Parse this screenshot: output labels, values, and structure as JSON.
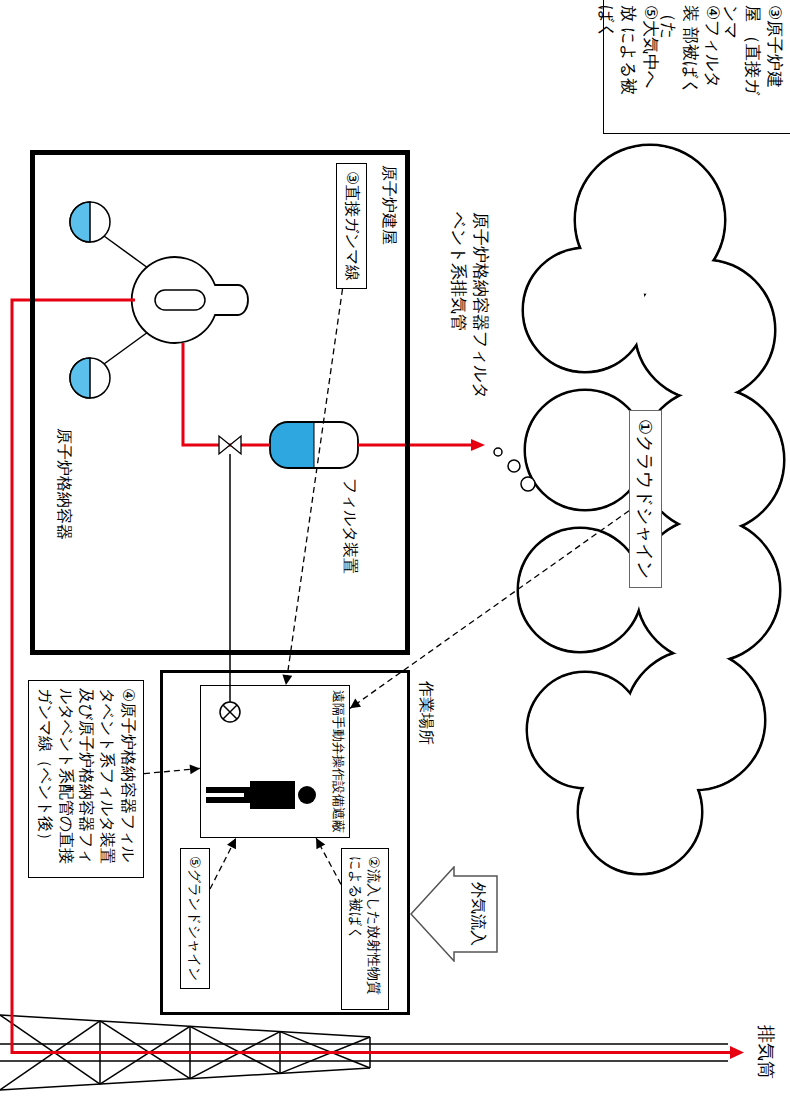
{
  "diagram": {
    "nodes": [
      {
        "text": [
          "③原子炉建屋 （直接ガンマ",
          "④フィルタ装 部被ばく（た",
          "⑤大気中へ放 による被ばく"
        ]
      },
      {
        "text": [
          "①クラウドシャイン"
        ]
      },
      {
        "text": [
          "外気流入"
        ]
      },
      {
        "text": [
          "作業場所"
        ]
      },
      {
        "text": [
          "②流入した放射性物質 による被ばく"
        ],
        "in": 3
      },
      {
        "text": [
          "遠隔手動弁操作設備遮蔽"
        ],
        "in": 3
      },
      {
        "text": [
          "⑤グランドシャイン"
        ],
        "in": 3
      },
      {
        "text": [
          "④原子炉格納容器フィル タベント系フィルタ装置 及び原子炉格納容器フィ ルタベント系配管の直接 ガンマ線（ベント後）"
        ]
      },
      {
        "text": [
          "原子炉建屋"
        ]
      },
      {
        "text": [
          "③直接ガンマ線"
        ],
        "in": 8
      }
    ],
    "edges": [
      {
        "from": 1,
        "to": 5,
        "arrow": "to"
      },
      {
        "from": 4,
        "to": 5,
        "arrow": "to"
      },
      {
        "from": 9,
        "to": 5,
        "arrow": "to"
      },
      {
        "from": 7,
        "to": 5,
        "arrow": "to"
      },
      {
        "from": 6,
        "to": 5,
        "arrow": "to"
      }
    ],
    "labels": [
      "排気筒",
      "原子炉格納容器フィルタ ベント系排気管",
      "フィルタ装置",
      "原子炉格納容器"
    ]
  }
}
